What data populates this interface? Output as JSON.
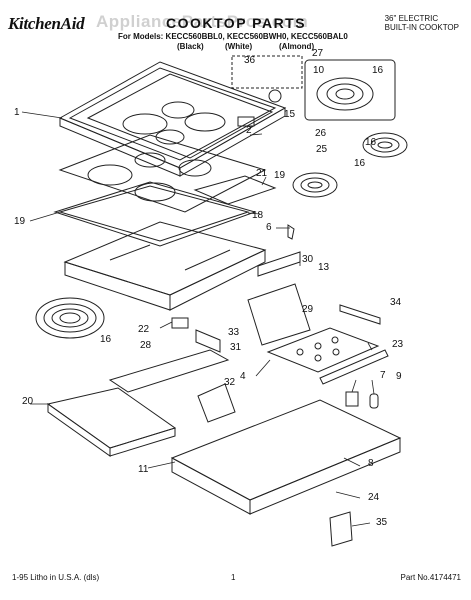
{
  "header": {
    "brand": "KitchenAid",
    "title": "COOKTOP PARTS",
    "watermark": "AppliancePartsPros.com",
    "type_line1": "36\" ELECTRIC",
    "type_line2": "BUILT-IN COOKTOP",
    "models_label": "For Models: KECC560BBL0, KECC560BWH0, KECC560BAL0",
    "colors": [
      "(Black)",
      "(White)",
      "(Almond)"
    ]
  },
  "footer": {
    "left": "1-95 Litho in U.S.A. (dls)",
    "page_number": "1",
    "part_no": "Part No.4174471"
  },
  "callouts": [
    "36",
    "27",
    "10",
    "16",
    "1",
    "15",
    "2",
    "26",
    "25",
    "16",
    "16",
    "21",
    "19",
    "19",
    "18",
    "6",
    "30",
    "13",
    "34",
    "29",
    "16",
    "28",
    "22",
    "33",
    "31",
    "23",
    "4",
    "7",
    "9",
    "32",
    "20",
    "8",
    "11",
    "24",
    "35"
  ]
}
